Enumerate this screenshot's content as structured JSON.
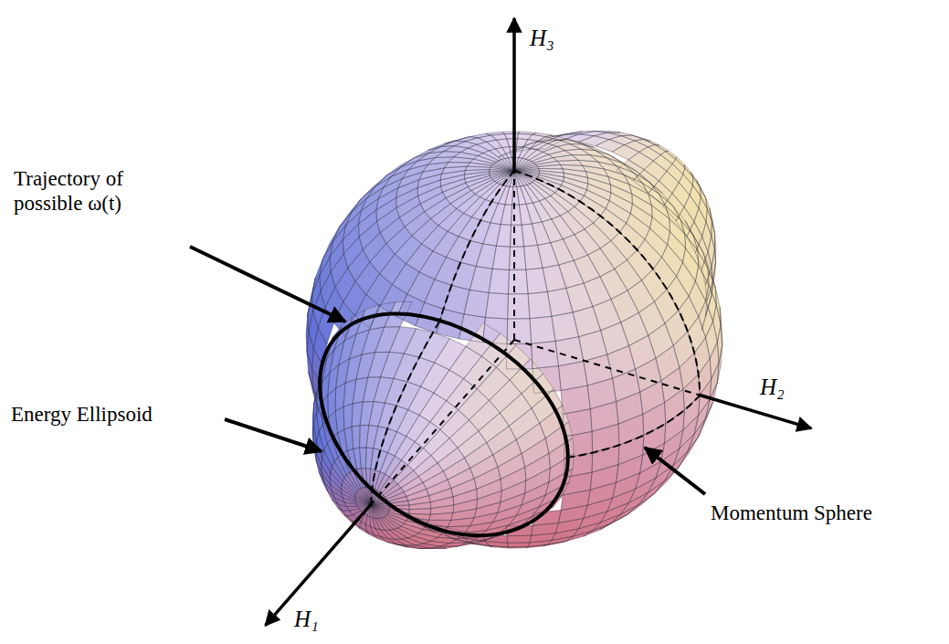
{
  "diagram": {
    "labels": [
      "H₃",
      "Trajectory of possible ω(t)",
      "H₂",
      "Energy Ellipsoid",
      "Momentum Sphere",
      "H₁"
    ]
  }
}
